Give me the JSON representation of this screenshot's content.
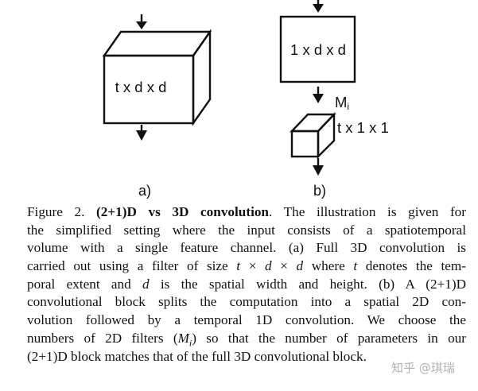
{
  "figure": {
    "a": {
      "cube_label": "t x d x d",
      "panel_label": "a)"
    },
    "b": {
      "square_label": "1 x d x d",
      "mi_label": "M",
      "mi_sub": "i",
      "box_label": "t x 1 x 1",
      "panel_label": "b)"
    }
  },
  "caption": {
    "lead": "Figure 2. ",
    "title": "(2+1)D vs 3D convolution",
    "lines": [
      {
        "parts": [
          {
            "t": ". The illustration is given for"
          }
        ]
      },
      {
        "parts": [
          {
            "t": "the simplified setting where the input consists of a spatiotemporal"
          }
        ]
      },
      {
        "parts": [
          {
            "t": "volume with a single feature channel.  (a) Full 3D convolution is"
          }
        ]
      },
      {
        "parts": [
          {
            "t": "carried out using a filter of size "
          },
          {
            "t": "t",
            "i": true
          },
          {
            "t": " × "
          },
          {
            "t": "d",
            "i": true
          },
          {
            "t": " × "
          },
          {
            "t": "d",
            "i": true
          },
          {
            "t": " where "
          },
          {
            "t": "t",
            "i": true
          },
          {
            "t": " denotes the tem-"
          }
        ]
      },
      {
        "parts": [
          {
            "t": "poral extent and "
          },
          {
            "t": "d",
            "i": true
          },
          {
            "t": " is the spatial width and height.  (b) A (2+1)D"
          }
        ]
      },
      {
        "parts": [
          {
            "t": "convolutional block splits the computation into a spatial 2D con-"
          }
        ]
      },
      {
        "parts": [
          {
            "t": "volution followed by a temporal 1D convolution.  We choose the"
          }
        ]
      },
      {
        "parts": [
          {
            "t": "numbers of 2D filters ("
          },
          {
            "t": "M",
            "i": true
          },
          {
            "t": "i",
            "i": true,
            "sub": true
          },
          {
            "t": ") so that the number of parameters in our"
          }
        ]
      },
      {
        "parts": [
          {
            "t": "(2+1)D block matches that of the full 3D convolutional block."
          }
        ]
      }
    ]
  },
  "watermark": "知乎 @琪瑞"
}
